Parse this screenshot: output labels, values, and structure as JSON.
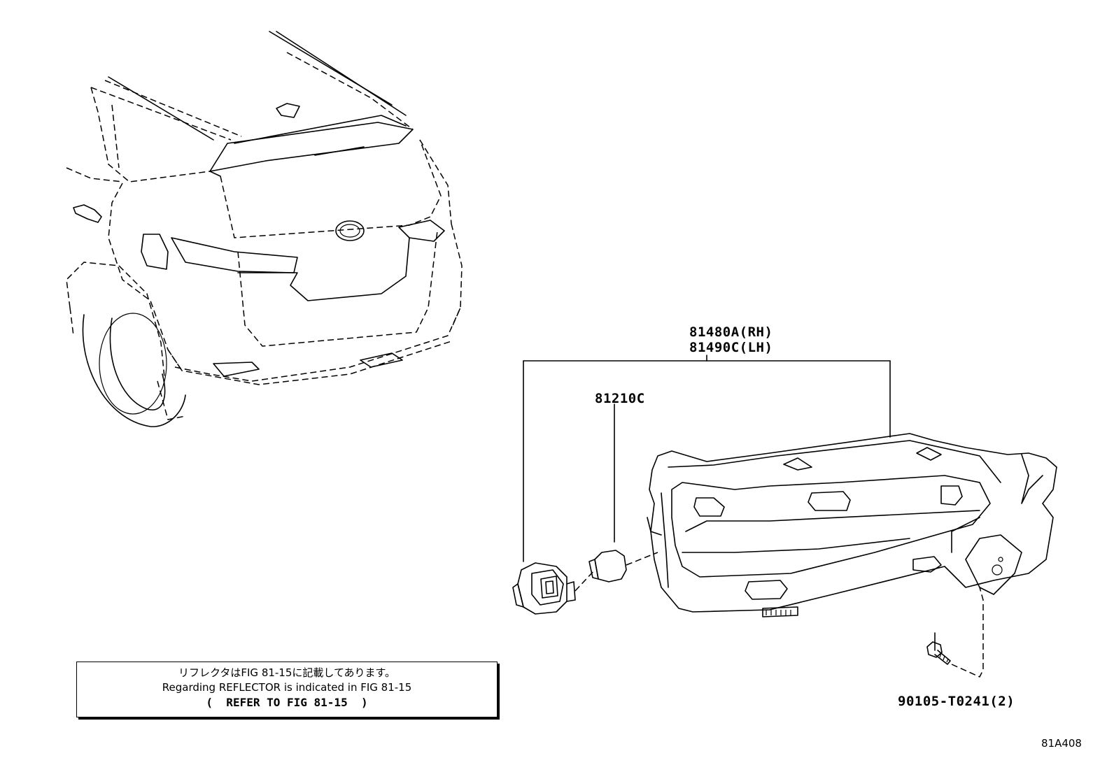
{
  "parts": {
    "lamp_rh": "81480A(RH)",
    "lamp_lh": "81490C(LH)",
    "bulb": "81210C",
    "screw": "90105-T0241(2)"
  },
  "note": {
    "line_jp": "リフレクタはFIG 81-15に記載してあります。",
    "line_en": "Regarding REFLECTOR is indicated in FIG 81-15",
    "line_ref": "(  REFER TO FIG 81-15  )"
  },
  "figure_code": "81A408",
  "icons": [
    "vehicle-rear-view",
    "rear-lamp-assembly",
    "bulb",
    "bulb-socket",
    "screw"
  ]
}
